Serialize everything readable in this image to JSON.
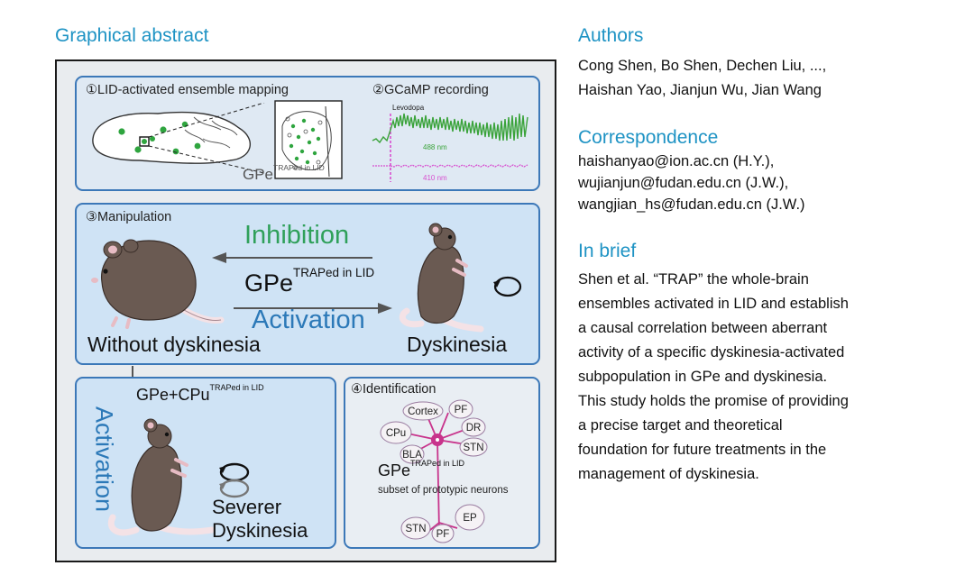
{
  "graphical_abstract": {
    "heading": "Graphical abstract",
    "panel1": {
      "label_mapping": "①LID-activated ensemble mapping",
      "label_recording": "②GCaMP recording",
      "levodopa": "Levodopa",
      "trace_488": "488 nm",
      "trace_410": "410 nm",
      "gpe_base": "GPe",
      "gpe_sup": "TRAPed in LID"
    },
    "panel3": {
      "label": "③Manipulation",
      "inhibition": "Inhibition",
      "gpe_base": "GPe",
      "gpe_sup": "TRAPed in LID",
      "activation": "Activation",
      "without": "Without dyskinesia",
      "dyskinesia": "Dyskinesia"
    },
    "panel_bl": {
      "title_base": "GPe+CPu",
      "title_sup": "TRAPed in LID",
      "activation_vertical": "Activation",
      "severer_line1": "Severer",
      "severer_line2": "Dyskinesia"
    },
    "panel4": {
      "label": "④Identification",
      "regions": [
        "Cortex",
        "PF",
        "CPu",
        "DR",
        "STN",
        "BLA",
        "STN",
        "PF",
        "EP"
      ],
      "gpe_base": "GPe",
      "gpe_sup": "TRAPed in LID",
      "subset": "subset of prototypic neurons"
    }
  },
  "authors": {
    "heading": "Authors",
    "line1": "Cong Shen, Bo Shen, Dechen Liu, ...,",
    "line2": "Haishan Yao, Jianjun Wu, Jian Wang"
  },
  "correspondence": {
    "heading": "Correspondence",
    "lines": [
      "haishanyao@ion.ac.cn (H.Y.),",
      "wujianjun@fudan.edu.cn (J.W.),",
      "wangjian_hs@fudan.edu.cn (J.W.)"
    ]
  },
  "in_brief": {
    "heading": "In brief",
    "lines": [
      "Shen et al. “TRAP” the whole-brain",
      "ensembles activated in LID and establish",
      "a causal correlation between aberrant",
      "activity of a specific dyskinesia-activated",
      "subpopulation in GPe and dyskinesia.",
      "This study holds the promise of providing",
      "a precise target and theoretical",
      "foundation for future treatments in the",
      "management of dyskinesia."
    ]
  },
  "colors": {
    "heading_blue": "#1e93c4",
    "panel_border": "#3c78b8",
    "panel_fill": "#cfe3f5",
    "inhibition_green": "#2fa05a",
    "activation_blue": "#2c79b8",
    "trace_green": "#3aa33a",
    "trace_magenta": "#d84fd0",
    "mouse_brown": "#6a5a52",
    "neuron_pink": "#c8348c"
  }
}
